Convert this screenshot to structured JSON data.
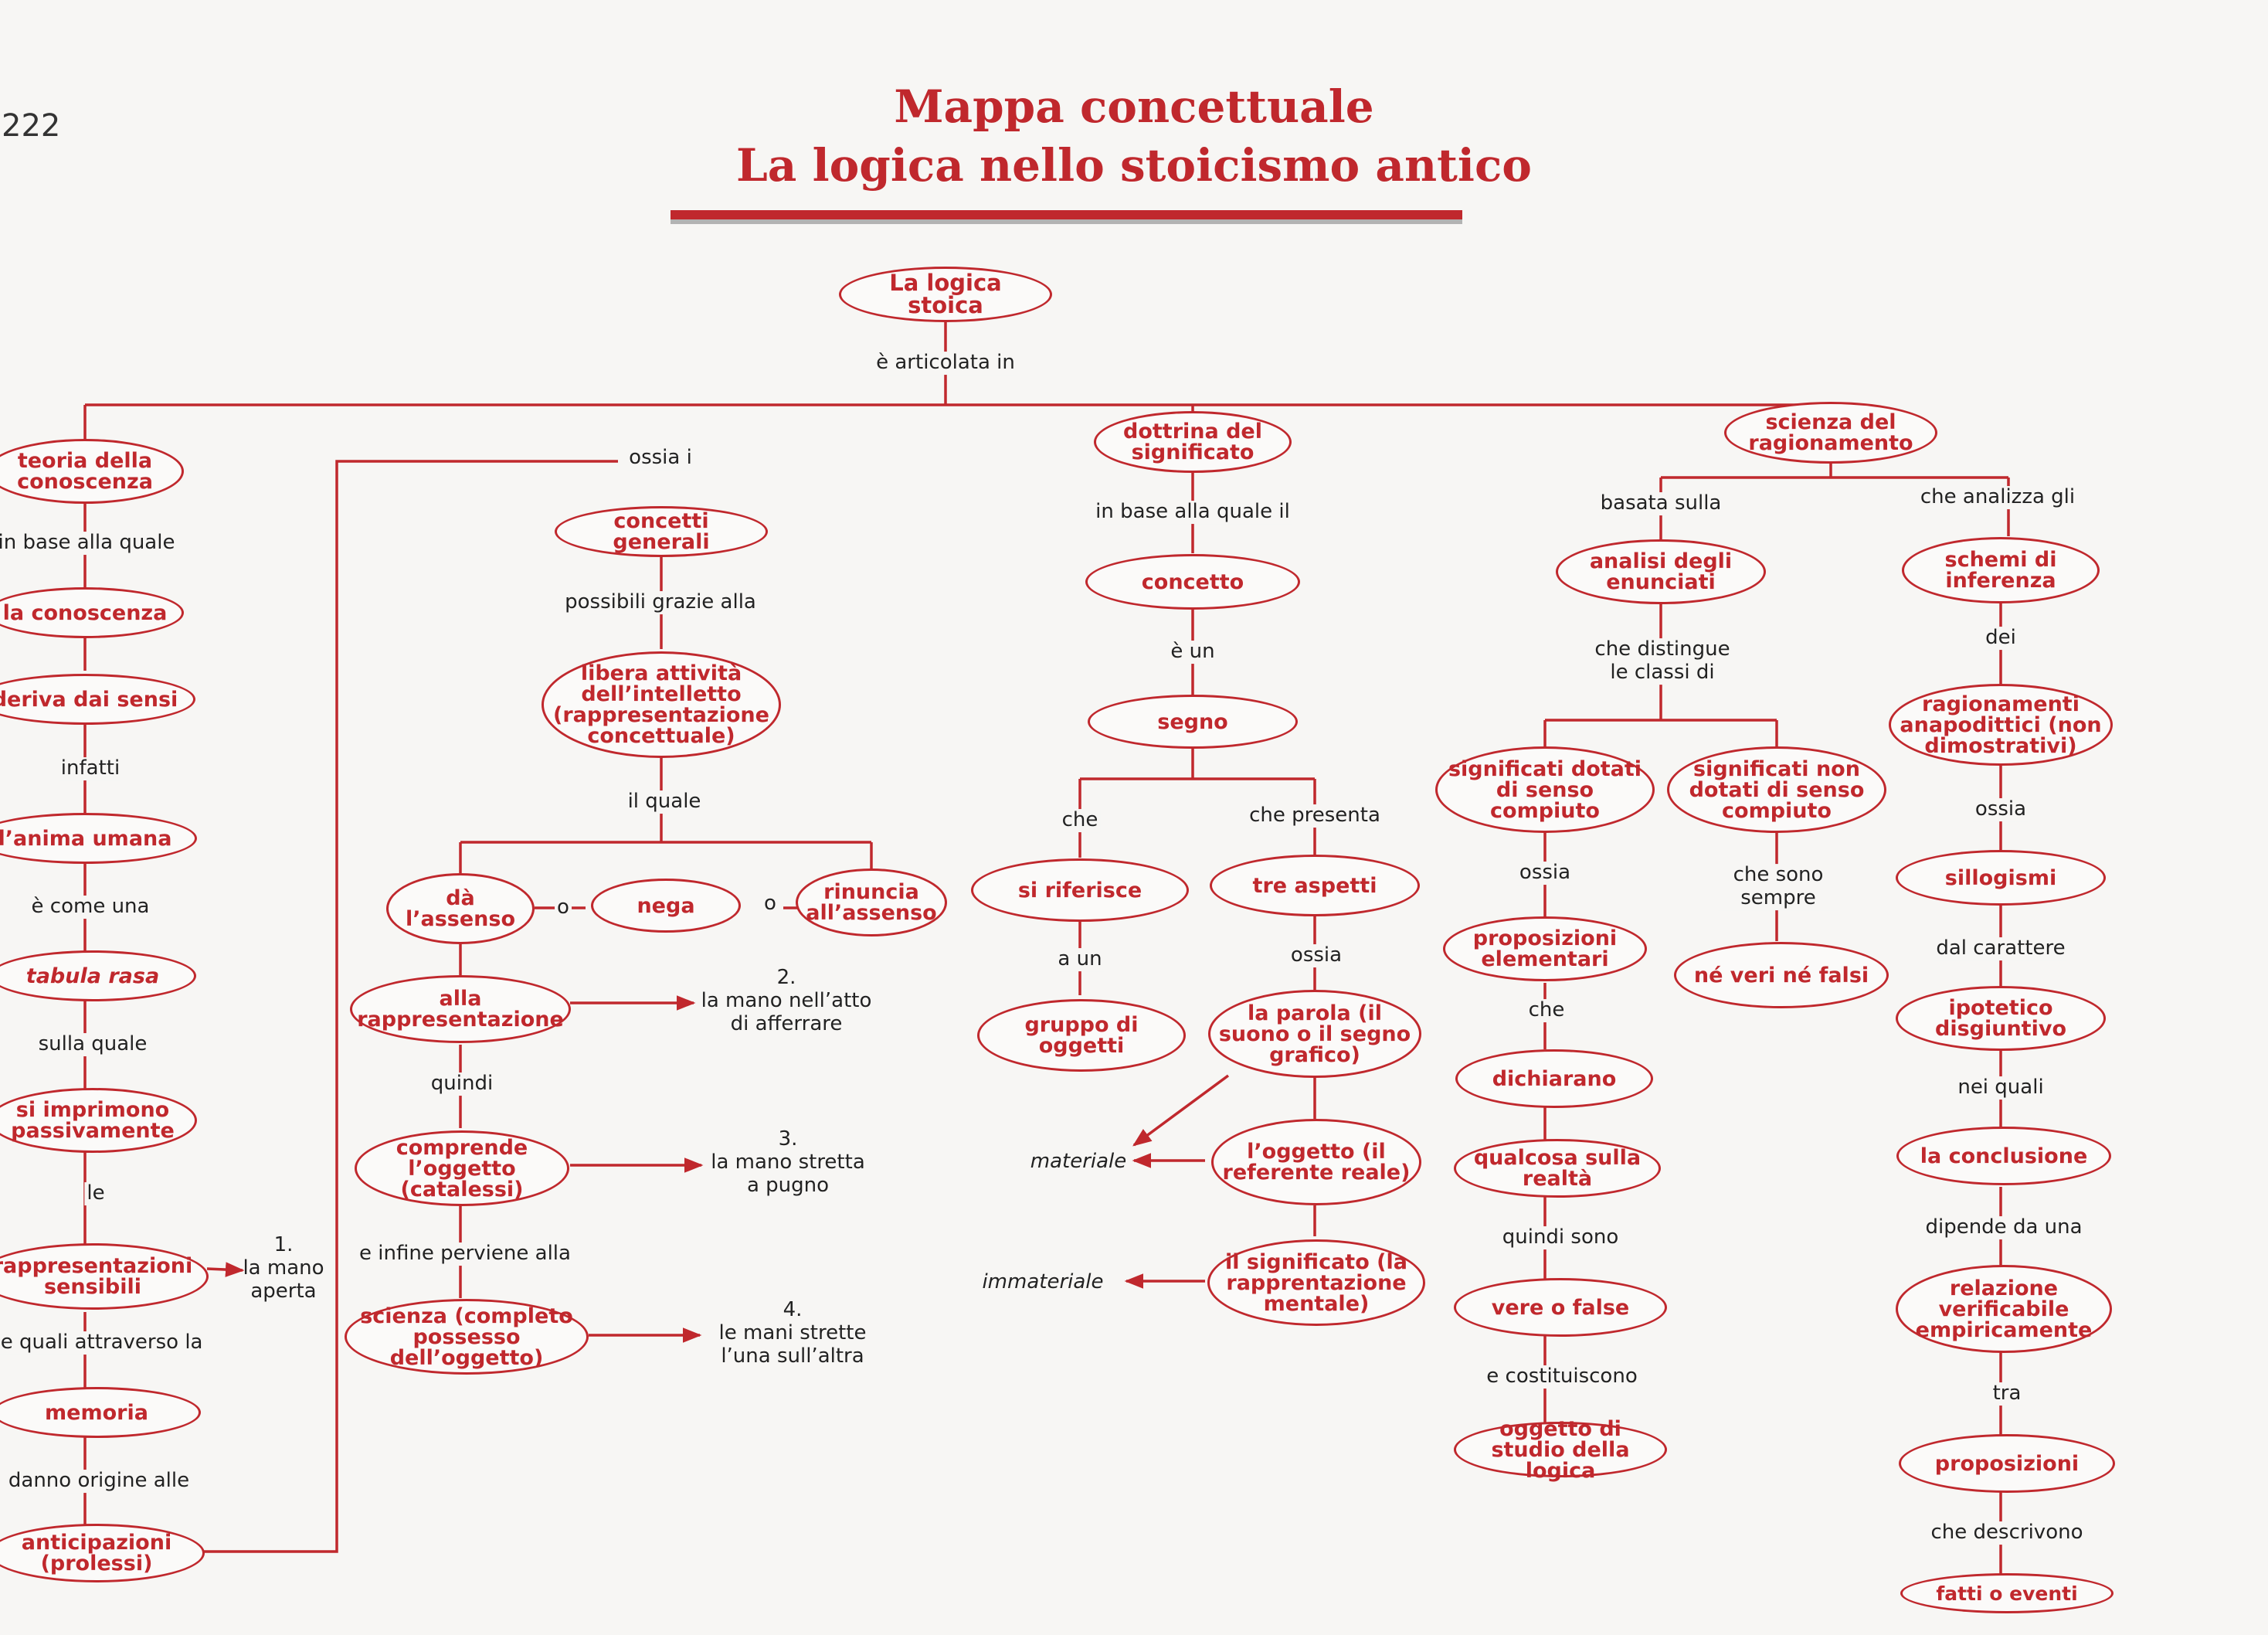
{
  "page": {
    "margin_number": "222",
    "title_line1": "Mappa concettuale",
    "title_line2": "La logica nello stoicismo antico"
  },
  "nodes": {
    "root": "La logica stoica",
    "teoria": "teoria della conoscenza",
    "conoscenza": "la conoscenza",
    "deriva": "deriva dai sensi",
    "anima": "l’anima umana",
    "tabula": "tabula rasa",
    "imprimono": "si imprimono passivamente",
    "rappr_sens": "rappresentazioni sensibili",
    "memoria": "memoria",
    "anticipazioni": "anticipazioni (prolessi)",
    "concetti": "concetti generali",
    "libera": "libera attività dell’intelletto (rappresentazione concettuale)",
    "da_assenso": "dà l’assenso",
    "nega": "nega",
    "rinuncia": "rinuncia all’assenso",
    "alla_rappr": "alla rappresentazione",
    "comprende": "comprende l’oggetto (catalessi)",
    "scienza_poss": "scienza (completo possesso dell’oggetto)",
    "dottrina": "dottrina del significato",
    "concetto": "concetto",
    "segno": "segno",
    "riferisce": "si riferisce",
    "gruppo": "gruppo di oggetti",
    "tre_aspetti": "tre aspetti",
    "parola": "la parola (il suono o il segno grafico)",
    "oggetto_ref": "l’oggetto (il referente reale)",
    "significato": "il significato (la rapprentazione mentale)",
    "scienza_rag": "scienza del ragionamento",
    "analisi": "analisi degli enunciati",
    "sign_dotati": "significati dotati di senso compiuto",
    "sign_non": "significati non dotati di senso compiuto",
    "prop_elem": "proposizioni elementari",
    "dichiarano": "dichiarano",
    "qualcosa": "qualcosa sulla realtà",
    "vere_false": "vere o false",
    "oggetto_studio": "oggetto di studio della logica",
    "ne_veri": "né veri né falsi",
    "schemi": "schemi di inferenza",
    "ragionamenti": "ragionamenti anapodittici (non dimostrativi)",
    "sillogismi": "sillogismi",
    "ipotetico": "ipotetico disgiuntivo",
    "conclusione": "la conclusione",
    "relazione": "relazione verificabile empiricamente",
    "proposizioni": "proposizioni",
    "fatti": "fatti o eventi"
  },
  "labels": {
    "articolata": "è articolata in",
    "ossia_i": "ossia i",
    "in_base_quale": "in base alla quale",
    "infatti": "infatti",
    "come_una": "è come una",
    "sulla_quale": "sulla quale",
    "le": "le",
    "quali_attraverso": "le quali attraverso la",
    "danno_origine": "danno origine alle",
    "possibili": "possibili grazie alla",
    "il_quale": "il quale",
    "o1": "o",
    "o2": "o",
    "quindi": "quindi",
    "infine": "e infine perviene alla",
    "in_base_quale_il": "in base alla quale il",
    "e_un1": "è un",
    "che": "che",
    "che_presenta": "che presenta",
    "a_un": "a un",
    "ossia_tre": "ossia",
    "materiale": "materiale",
    "immateriale": "immateriale",
    "basata_sulla": "basata sulla",
    "che_distingue": "che distingue le classi di",
    "ossia_prop": "ossia",
    "che_prop": "che",
    "quindi_sono": "quindi sono",
    "costituiscono": "e costituiscono",
    "che_sono_sempre": "che sono sempre",
    "che_analizza": "che analizza gli",
    "dei": "dei",
    "ossia_sill": "ossia",
    "dal_carattere": "dal carattere",
    "nei_quali": "nei quali",
    "dipende": "dipende da una",
    "tra": "tra",
    "che_descrivono": "che descrivono"
  },
  "notes": {
    "n1": "1.\nla mano\naperta",
    "n2": "2.\nla mano nell’atto\ndi afferrare",
    "n3": "3.\nla mano stretta\na pugno",
    "n4": "4.\nle mani strette\nl’una sull’altra"
  },
  "colors": {
    "accent": "#c0282d",
    "paper": "#f7f6f4",
    "text": "#222222"
  }
}
